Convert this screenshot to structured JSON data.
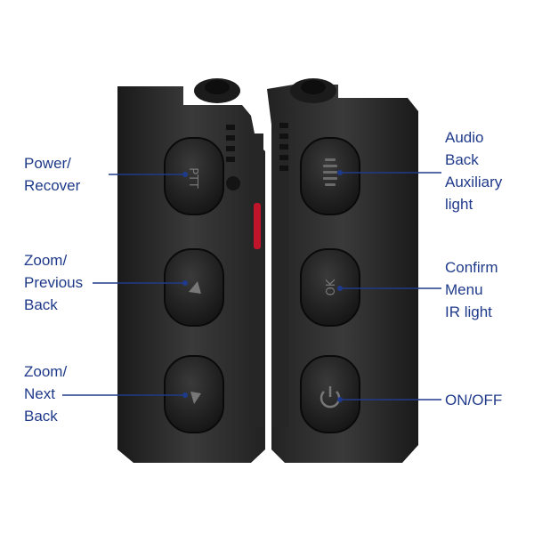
{
  "labels": {
    "power_recover": [
      "Power/",
      "Recover"
    ],
    "zoom_previous_back": [
      "Zoom/",
      "Previous",
      "Back"
    ],
    "zoom_next_back": [
      "Zoom/",
      "Next",
      "Back"
    ],
    "audio_back_aux": [
      "Audio",
      "Back",
      "Auxiliary",
      "light"
    ],
    "confirm_menu_ir": [
      "Confirm",
      "Menu",
      "IR light"
    ],
    "on_off": [
      "ON/OFF"
    ]
  },
  "button_glyphs": {
    "ptt": "PTT",
    "ok": "OK"
  },
  "colors": {
    "label_text": "#1f3a8a",
    "leader_line": "#1f3a8a",
    "device_body": "#2a2a2a",
    "button": "#1c1c1c",
    "accent_red": "#c0142a"
  }
}
